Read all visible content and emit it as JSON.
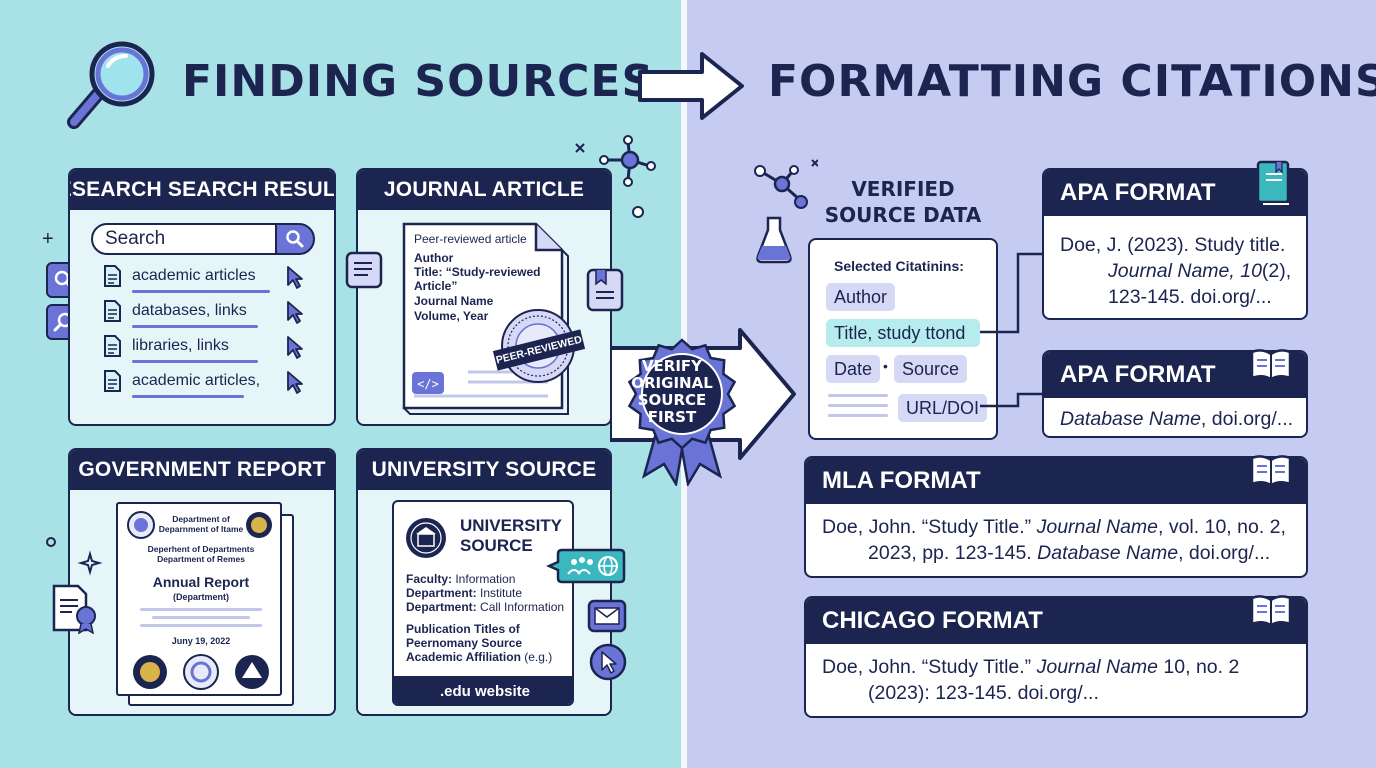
{
  "titles": {
    "left": "FINDING SOURCES",
    "right": "FORMATTING CITATIONS"
  },
  "search_panel": {
    "header": "RESEARCH SEARCH RESULTS",
    "search_text": "Search",
    "results": [
      "academic articles",
      "databases, links",
      "libraries, links",
      "academic articles,"
    ]
  },
  "journal_panel": {
    "header": "JOURNAL ARTICLE",
    "lines": [
      "Peer-reviewed article",
      "Author",
      "Title: “Study-reviewed",
      "Article”",
      "Journal Name",
      "Volume, Year"
    ],
    "stamp": "PEER-REVIEWED"
  },
  "gov_panel": {
    "header": "GOVERNMENT REPORT",
    "dept_line1": "Department of",
    "dept_line2": "Deparnment of Itame",
    "dept_line3": "Deperhent of Departments",
    "dept_line4": "Department of Remes",
    "report_title": "Annual Report",
    "report_sub": "(Department)",
    "date": "Juny 19, 2022"
  },
  "uni_panel": {
    "header": "UNIVERSITY SOURCE",
    "title_line1": "UNIVERSITY",
    "title_line2": "SOURCE",
    "info": [
      {
        "label": "Faculty:",
        "value": " Information"
      },
      {
        "label": "Department:",
        "value": " Institute"
      },
      {
        "label": "Department:",
        "value": " Call Information"
      }
    ],
    "pub_line1": "Publication Titles of",
    "pub_line2": "Peernomany Source",
    "pub_line3": "Academic Affiliation",
    "pub_line3_suffix": " (e.g.)",
    "footer": ".edu website"
  },
  "badge": {
    "line1": "VERIFY",
    "line2": "ORIGINAL",
    "line3": "SOURCE",
    "line4": "FIRST"
  },
  "verified": {
    "title_line1": "VERIFIED",
    "title_line2": "SOURCE DATA",
    "selected_label": "Selected Citatinins:",
    "author": "Author",
    "title_tag": "Title, study ttond",
    "date": "Date",
    "dot": "•",
    "source": "Source",
    "url": "URL/DOI"
  },
  "citations": {
    "apa1": {
      "header": "APA FORMAT",
      "l1": "Doe, J. (2023). Study title.",
      "l2_journal": "Journal Name, 10",
      "l2_rest": "(2),",
      "l3": "123-145. doi.org/..."
    },
    "apa2": {
      "header": "APA FORMAT",
      "db": "Database Name",
      "rest": ", doi.org/..."
    },
    "mla": {
      "header": "MLA FORMAT",
      "l1_a": "Doe, John. “Study Title.” ",
      "l1_journal": "Journal Name",
      "l1_b": ", vol. 10, no. 2,",
      "l2_a": "2023, pp. 123-145. ",
      "l2_db": "Database Name",
      "l2_b": ", doi.org/..."
    },
    "chicago": {
      "header": "CHICAGO FORMAT",
      "l1_a": "Doe, John. “Study Title.” ",
      "l1_journal": "Journal Name",
      "l1_b": " 10, no. 2",
      "l2": "(2023): 123-145. doi.org/..."
    }
  },
  "colors": {
    "navy": "#1c2450",
    "accent": "#6a73d6",
    "teal": "#3bb8bd",
    "left_bg": "#a8e1e6",
    "right_bg": "#c6cbf2"
  }
}
